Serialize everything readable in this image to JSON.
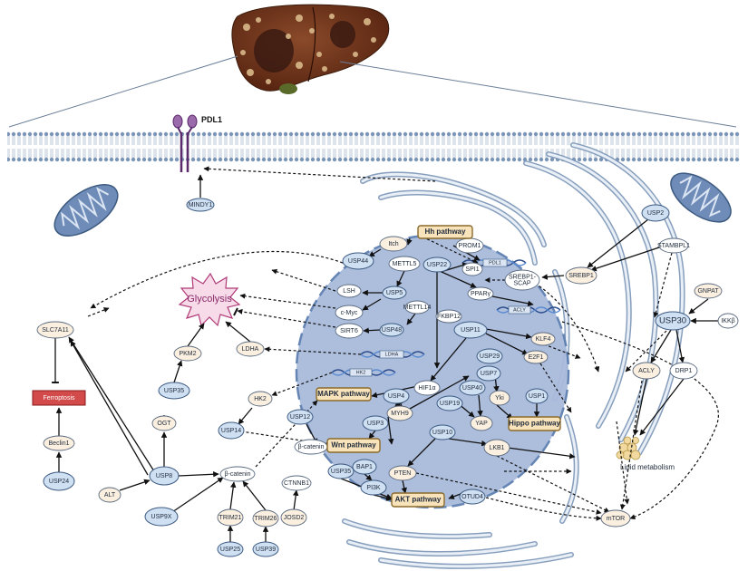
{
  "membrane_label": "PDL1",
  "glycolysis_label": "Glycolysis",
  "ferroptosis_label": "Ferroptosis",
  "lipid_label": "Lipid metabolism",
  "pathways": {
    "hh": "Hh pathway",
    "mapk": "MAPK pathway",
    "wnt": "Wnt pathway",
    "hippo": "Hippo pathway",
    "akt": "AKT pathway"
  },
  "dna_labels": {
    "pdl1": "PDL1",
    "acly": "ACLY",
    "ldha": "LDHA",
    "hk2": "HK2"
  },
  "nodes": {
    "mindy1": "MINDY1",
    "usp2": "USP2",
    "stambpl1": "STAMBPL1",
    "srebp1": "SREBP1",
    "gnpat": "GNPAT",
    "usp30": "USP30",
    "ikkb": "IKKβ",
    "acly_out": "ACLY",
    "drp1": "DRP1",
    "itch": "Itch",
    "prom1": "PROM1",
    "usp44": "USP44",
    "mettl5": "METTL5",
    "usp22": "USP22",
    "spi1": "SPI1",
    "srebp_scap": "SREBP1-\nSCAP",
    "lsh": "LSH",
    "usp5": "USP5",
    "ppar": "PPARγ",
    "cmyc": "c-Myc",
    "mettl14": "METTL14",
    "fkbp12": "FKBP12",
    "sirt6": "SIRT6",
    "usp48": "USP48",
    "usp11": "USP11",
    "klf4": "KLF4",
    "e2f1": "E2F1",
    "slc7a11": "SLC7A11",
    "pkm2": "PKM2",
    "ldha": "LDHA",
    "usp35_a": "USP35",
    "hk2": "HK2",
    "hif1a": "HIF1α",
    "usp29": "USP29",
    "usp7": "USP7",
    "usp4": "USP4",
    "usp40": "USP40",
    "usp1": "USP1",
    "usp12": "USP12",
    "myh9": "MYH9",
    "yki": "Yki",
    "usp19": "USP19",
    "yap": "YAP",
    "ogt": "OGT",
    "usp14": "USP14",
    "bcat_in": "β-catenin",
    "usp3": "USP3",
    "usp10": "USP10",
    "lkb1": "LKB1",
    "beclin1": "Beclin1",
    "usp8": "USP8",
    "alt": "ALT",
    "bcat_out": "β-catenin",
    "usp24": "USP24",
    "bap1": "BAP1",
    "usp35_b": "USP35",
    "pten": "PTEN",
    "pi3k": "PI3K",
    "otud4": "OTUD4",
    "mtor": "mTOR",
    "ctnnb1": "CTNNB1",
    "usp9x": "USP9X",
    "trim21": "TRIM21",
    "trim26": "TRIM26",
    "josd2": "JOSD2",
    "usp25": "USP25",
    "usp39": "USP39"
  }
}
